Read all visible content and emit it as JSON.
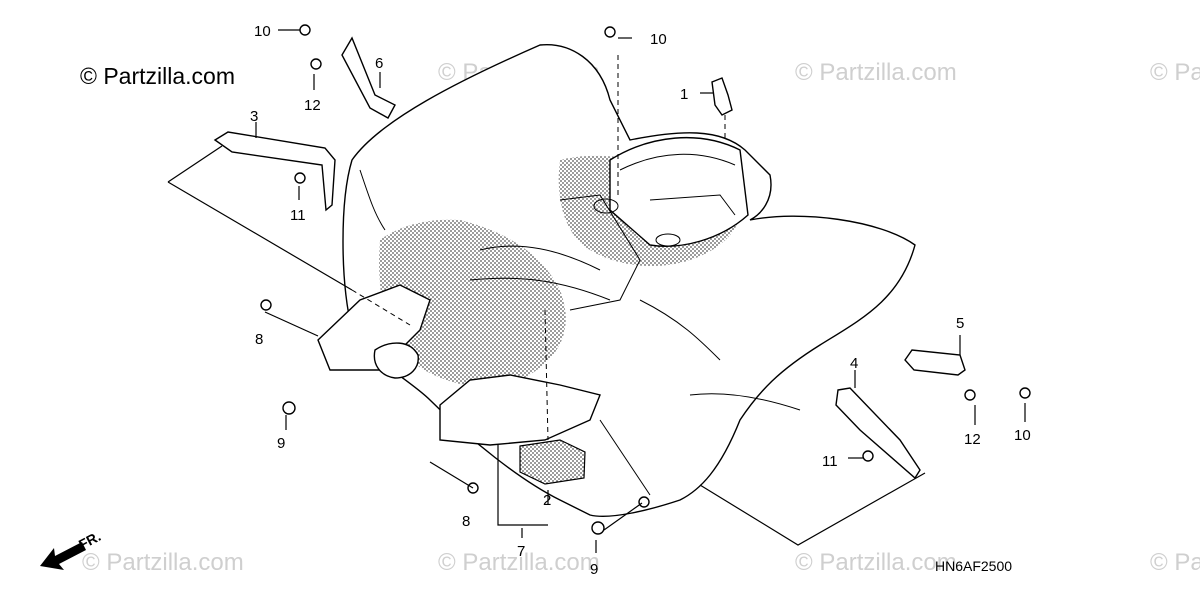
{
  "copyright": "© Partzilla.com",
  "watermark": "© Partzilla.com",
  "diagram_code": "HN6AF2500",
  "front_arrow": "FR.",
  "callouts": {
    "c1": "1",
    "c2": "2",
    "c3": "3",
    "c4": "4",
    "c5": "5",
    "c6": "6",
    "c7": "7",
    "c8a": "8",
    "c8b": "8",
    "c9a": "9",
    "c9b": "9",
    "c10a": "10",
    "c10b": "10",
    "c10c": "10",
    "c11a": "11",
    "c11b": "11",
    "c12a": "12",
    "c12b": "12"
  }
}
